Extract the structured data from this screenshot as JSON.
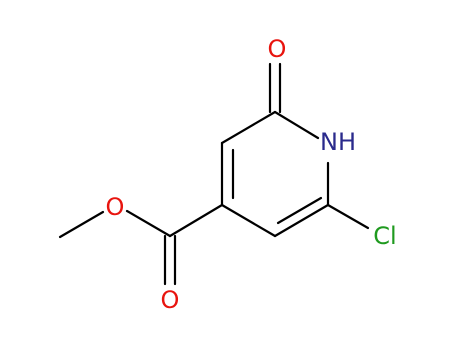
{
  "molecule": {
    "atoms": {
      "oxygen_top": "O",
      "nitrogen_h": "NH",
      "chlorine": "Cl",
      "oxygen_ester": "O",
      "oxygen_carbonyl": "O"
    },
    "colors": {
      "oxygen": "#e8140e",
      "nitrogen": "#2a2a8c",
      "chlorine": "#1f9a1f",
      "carbon_bond": "#000000",
      "background": "#ffffff"
    }
  }
}
